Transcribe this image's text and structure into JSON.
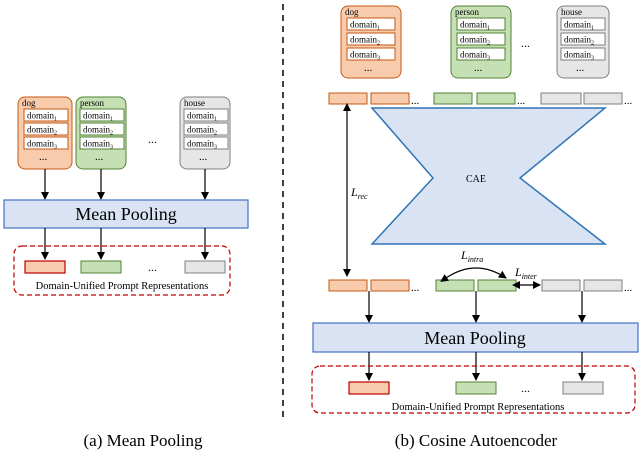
{
  "left": {
    "groups": [
      {
        "label": "dog",
        "domains": [
          "domain",
          "domain",
          "domain"
        ],
        "subs": [
          "1",
          "2",
          "3"
        ],
        "ellipsis": "...",
        "color": "orange"
      },
      {
        "label": "person",
        "domains": [
          "domain",
          "domain",
          "domain"
        ],
        "subs": [
          "1",
          "2",
          "3"
        ],
        "ellipsis": "...",
        "color": "green"
      },
      {
        "label": "house",
        "domains": [
          "domain",
          "domain",
          "domain"
        ],
        "subs": [
          "1",
          "2",
          "3"
        ],
        "ellipsis": "...",
        "color": "gray"
      }
    ],
    "groups_ellipsis": "...",
    "pooling_label": "Mean Pooling",
    "rep_ellipsis": "...",
    "rep_label": "Domain-Unified Prompt Representations",
    "caption": "(a) Mean Pooling"
  },
  "right": {
    "groups": [
      {
        "label": "dog",
        "domains": [
          "domain",
          "domain",
          "domain"
        ],
        "subs": [
          "1",
          "2",
          "3"
        ],
        "ellipsis": "...",
        "color": "orange"
      },
      {
        "label": "person",
        "domains": [
          "domain",
          "domain",
          "domain"
        ],
        "subs": [
          "1",
          "2",
          "3"
        ],
        "ellipsis": "...",
        "color": "green"
      },
      {
        "label": "house",
        "domains": [
          "domain",
          "domain",
          "domain"
        ],
        "subs": [
          "1",
          "2",
          "3"
        ],
        "ellipsis": "...",
        "color": "gray"
      }
    ],
    "groups_ellipsis": "...",
    "token_ellipsis": "...",
    "cae_label": "CAE",
    "l_rec": {
      "base": "L",
      "sub": "rec"
    },
    "l_intra": {
      "base": "L",
      "sub": "intra"
    },
    "l_inter": {
      "base": "L",
      "sub": "inter"
    },
    "pooling_label": "Mean Pooling",
    "rep_ellipsis": "...",
    "rep_label": "Domain-Unified Prompt Representations",
    "caption": "(b) Cosine Autoencoder"
  },
  "colors": {
    "orange_fill": "#f8cbad",
    "orange_stroke": "#c55a11",
    "green_fill": "#c5e0b4",
    "green_stroke": "#548235",
    "gray_fill": "#e7e6e6",
    "gray_stroke": "#7f7f7f",
    "pool_fill": "#dae3f3",
    "pool_stroke": "#4472c4",
    "cae_fill": "#dae3f3",
    "cae_stroke": "#2e75b6",
    "red": "#c00000"
  }
}
